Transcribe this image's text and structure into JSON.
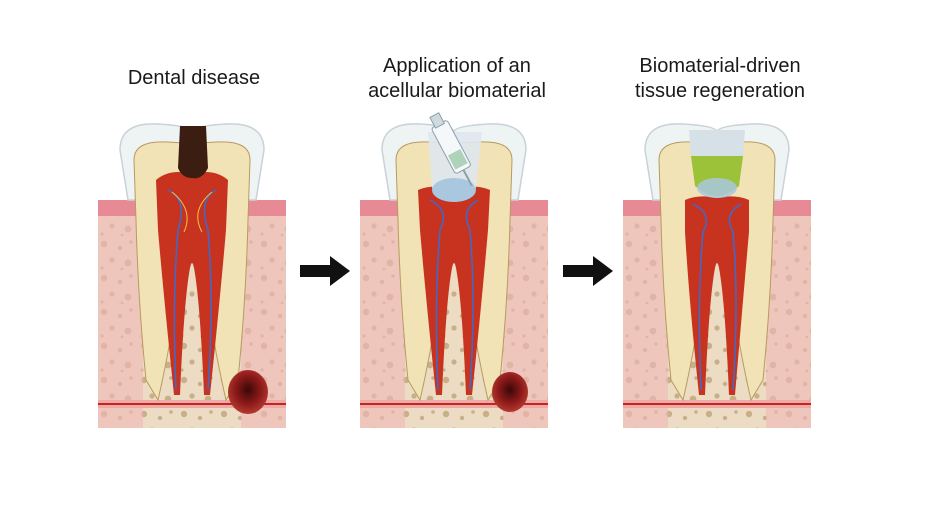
{
  "panels": [
    {
      "title": "Dental disease"
    },
    {
      "title": "Application of an\nacellular biomaterial"
    },
    {
      "title": "Biomaterial-driven\ntissue regeneration"
    }
  ],
  "colors": {
    "bone": "#ecdcc3",
    "bone_spot": "#c9ae8a",
    "gum": "#f2b7b7",
    "enamel": "#eef3f4",
    "dentin": "#f1e3b6",
    "pulp": "#c8331f",
    "decay": "#3b1d12",
    "abscess": "#9b1d1d",
    "biomaterial": "#a9c8e0",
    "regenerated": "#9cc23a",
    "arrow": "#111111"
  }
}
